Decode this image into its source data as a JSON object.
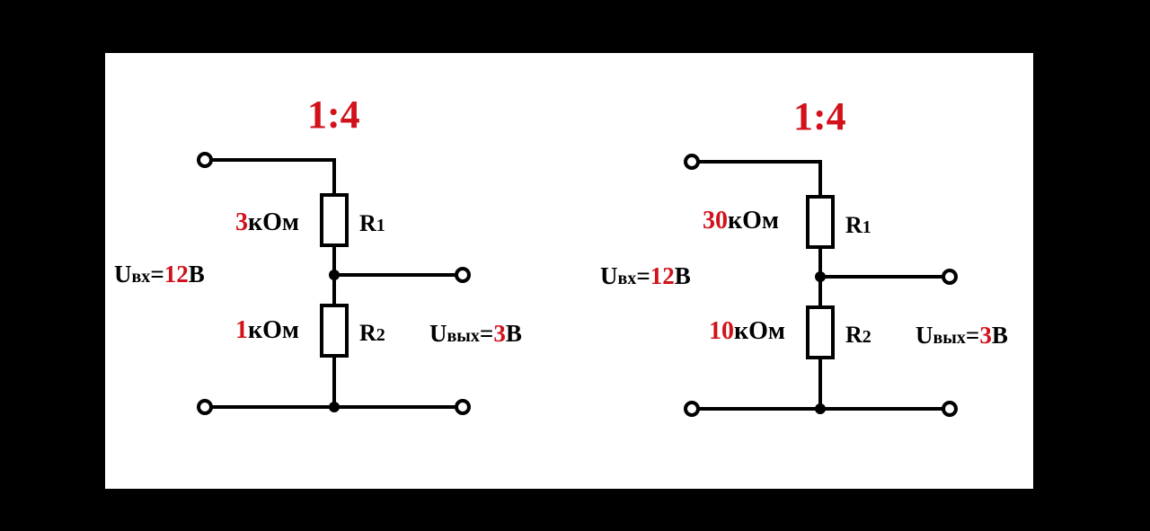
{
  "accent_color": "#d1121b",
  "circuits": [
    {
      "ratio": "1:4",
      "input": {
        "symbol": "U",
        "subscript": "вх",
        "eq": "=",
        "value": "12",
        "unit": "В"
      },
      "output": {
        "symbol": "U",
        "subscript": "вых",
        "eq": "=",
        "value": "3",
        "unit": "В"
      },
      "r1": {
        "value": "3",
        "unit": "кОм",
        "name": "R",
        "index": "1"
      },
      "r2": {
        "value": "1",
        "unit": "кОм",
        "name": "R",
        "index": "2"
      }
    },
    {
      "ratio": "1:4",
      "input": {
        "symbol": "U",
        "subscript": "вх",
        "eq": "=",
        "value": "12",
        "unit": "В"
      },
      "output": {
        "symbol": "U",
        "subscript": "вых",
        "eq": "=",
        "value": "3",
        "unit": "В"
      },
      "r1": {
        "value": "30",
        "unit": "кОм",
        "name": "R",
        "index": "1"
      },
      "r2": {
        "value": "10",
        "unit": "кОм",
        "name": "R",
        "index": "2"
      }
    }
  ]
}
